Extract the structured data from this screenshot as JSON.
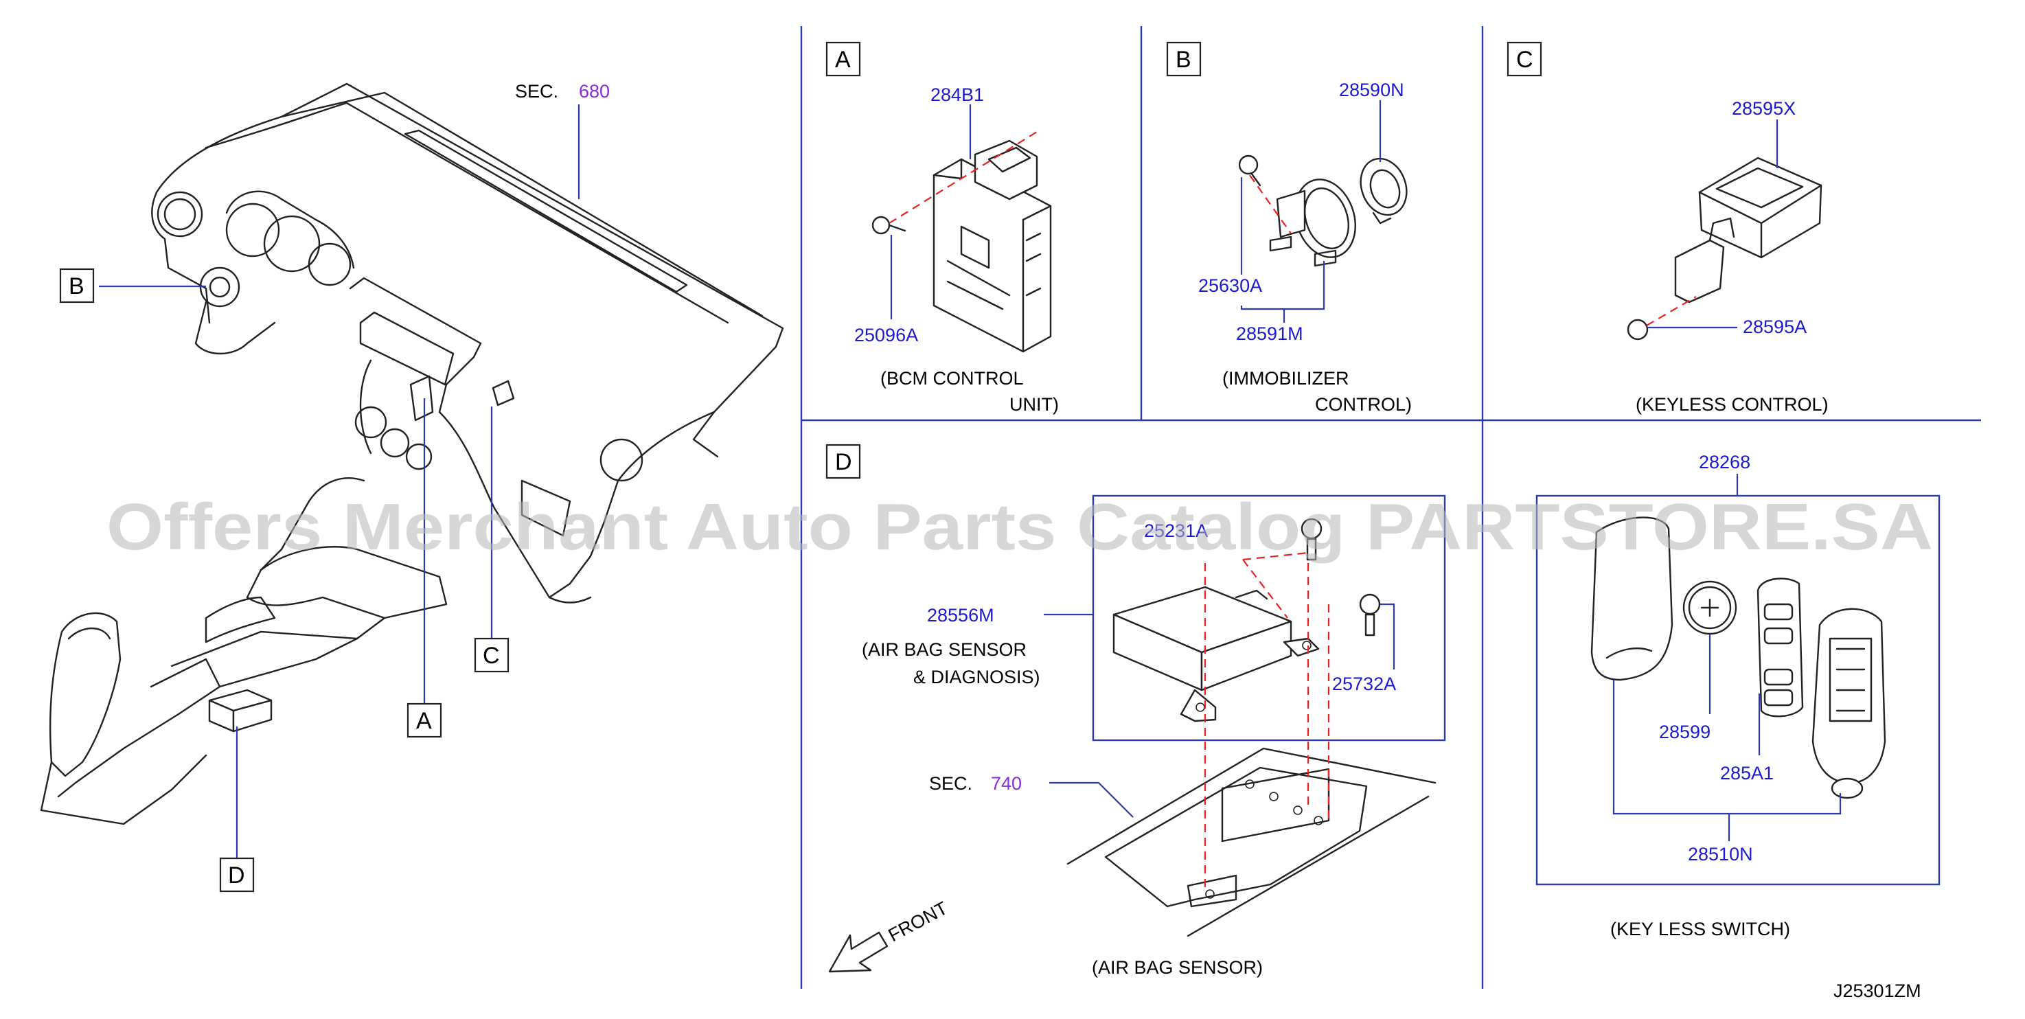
{
  "callouts": {
    "main": {
      "sec_prefix": "SEC.",
      "sec_680": "680",
      "box_a": "A",
      "box_b": "B",
      "box_c": "C",
      "box_d": "D"
    },
    "panel_a": {
      "letter": "A",
      "part_284b1": "284B1",
      "part_25096a": "25096A",
      "caption_line1": "(BCM   CONTROL",
      "caption_line2": "UNIT)"
    },
    "panel_b": {
      "letter": "B",
      "part_28590n": "28590N",
      "part_25630a": "25630A",
      "part_28591m": "28591M",
      "caption_line1": "(IMMOBILIZER",
      "caption_line2": "CONTROL)"
    },
    "panel_c": {
      "letter": "C",
      "part_28595x": "28595X",
      "part_28595a": "28595A",
      "caption": "(KEYLESS   CONTROL)"
    },
    "panel_d": {
      "letter": "D",
      "part_28556m": "28556M",
      "caption_line1": "(AIR   BAG   SENSOR",
      "caption_line2": "&   DIAGNOSIS)",
      "part_25732a": "25732A",
      "part_25231a": "25231A",
      "sec_prefix": "SEC.",
      "sec_740": "740",
      "front": "FRONT",
      "caption": "(AIR   BAG   SENSOR)"
    },
    "panel_keyless": {
      "part_28268": "28268",
      "part_28599": "28599",
      "part_285a1": "285A1",
      "part_28510n": "28510N",
      "caption": "(KEY   LESS   SWITCH)"
    },
    "diagram_code": "J25301ZM"
  },
  "watermark": "Offers Merchant Auto Parts Catalog PARTSTORE.SA",
  "colors": {
    "part_number": "#1a1ad6",
    "section_ref": "#8b2be0",
    "leader": "#2a3bb0",
    "centerline": "#ee2020"
  }
}
